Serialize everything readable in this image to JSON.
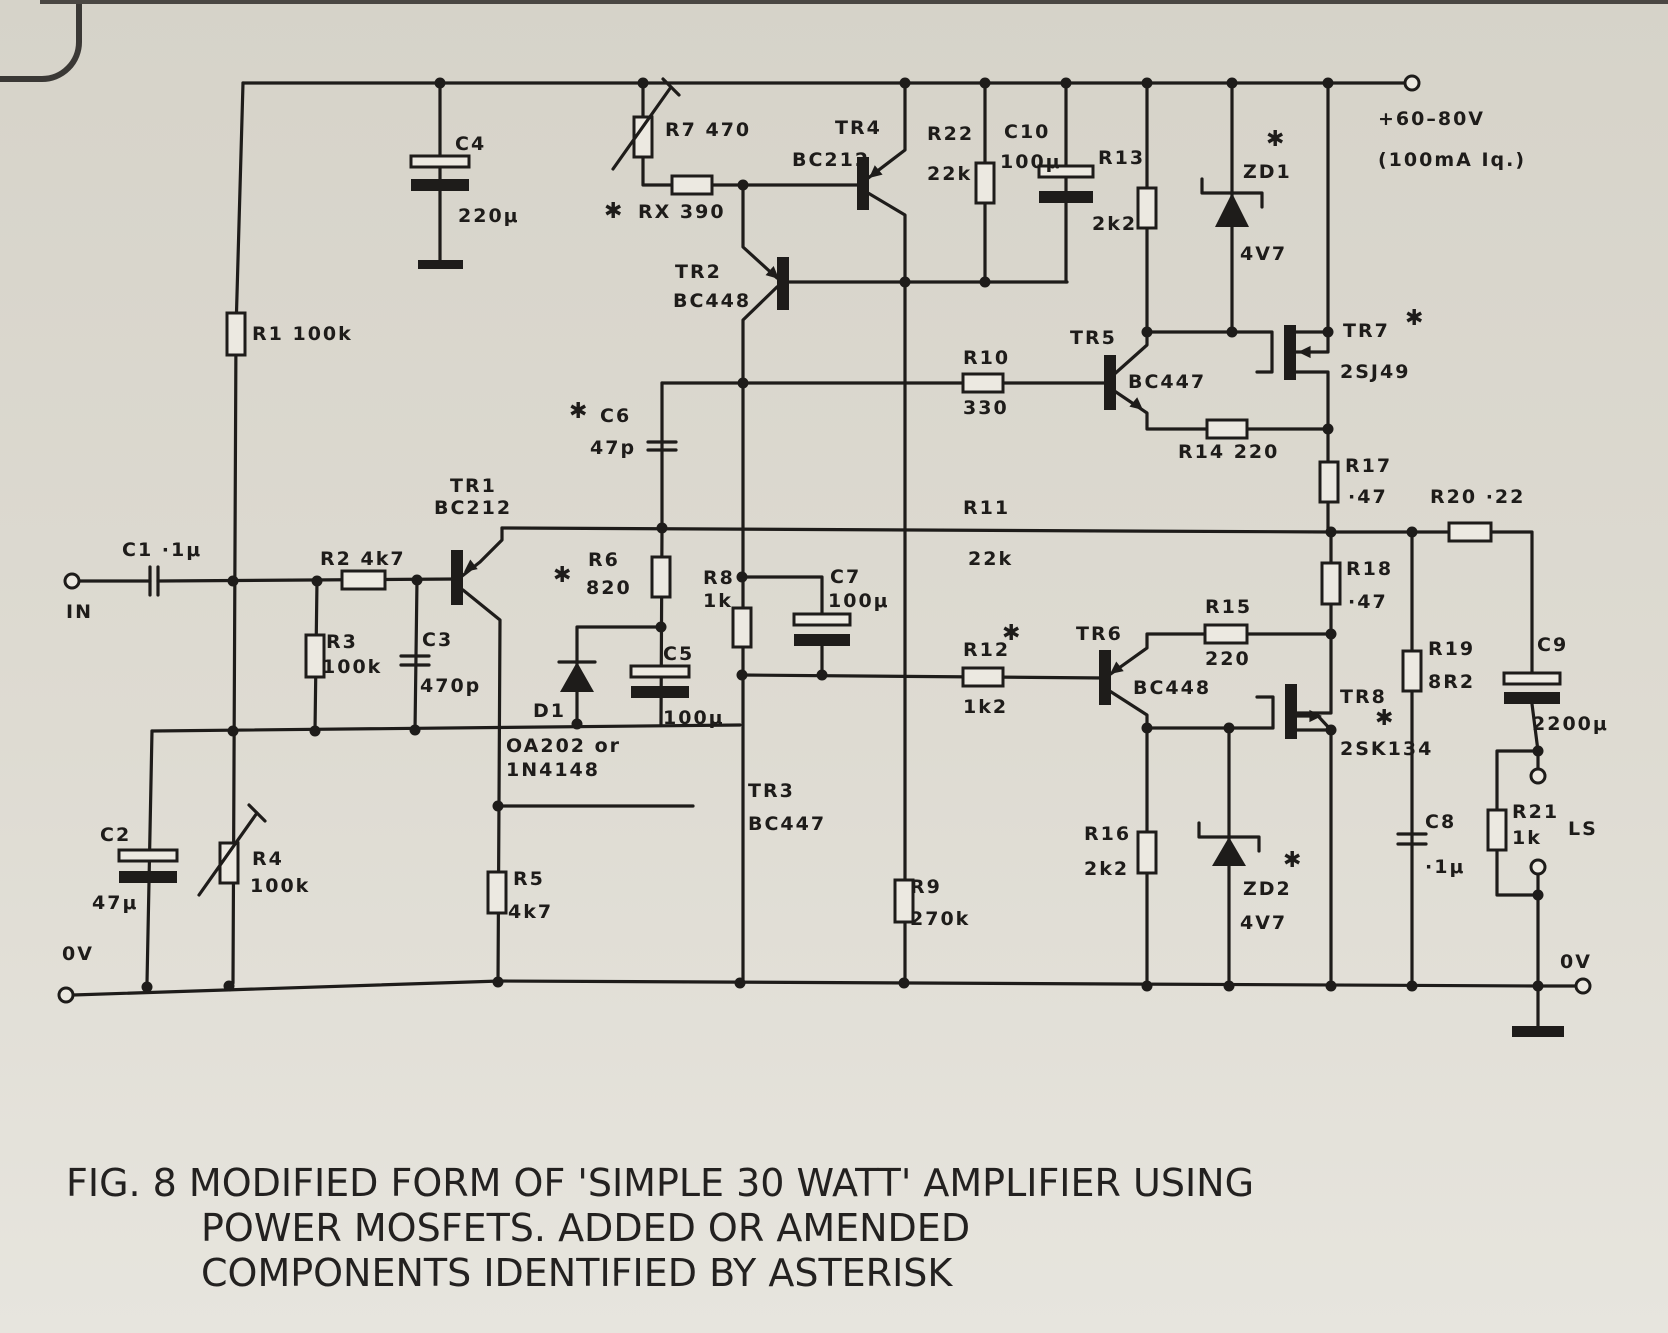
{
  "figure": {
    "caption_lines": [
      "FIG. 8 MODIFIED FORM OF 'SIMPLE 30 WATT' AMPLIFIER USING",
      "POWER MOSFETS. ADDED OR AMENDED",
      "COMPONENTS IDENTIFIED BY ASTERISK"
    ],
    "asterisk_symbol": "✱"
  },
  "rails": {
    "supply_label": "+60–80V",
    "supply_note": "(100mA Iq.)",
    "ground_left_label": "0V",
    "ground_right_label": "0V",
    "input_label": "IN",
    "output_label": "LS"
  },
  "components": {
    "C1": {
      "ref": "C1",
      "value": "·1μ",
      "added": false
    },
    "C2": {
      "ref": "C2",
      "value": "47μ",
      "added": false
    },
    "C3": {
      "ref": "C3",
      "value": "470p",
      "added": false
    },
    "C4": {
      "ref": "C4",
      "value": "220μ",
      "added": false
    },
    "C5": {
      "ref": "C5",
      "value": "100μ",
      "added": false
    },
    "C6": {
      "ref": "C6",
      "value": "47p",
      "added": true
    },
    "C7": {
      "ref": "C7",
      "value": "100μ",
      "added": false
    },
    "C8": {
      "ref": "C8",
      "value": "·1μ",
      "added": false
    },
    "C9": {
      "ref": "C9",
      "value": "2200μ",
      "added": false
    },
    "C10": {
      "ref": "C10",
      "value": "100μ",
      "added": false
    },
    "R1": {
      "ref": "R1",
      "value": "100k",
      "added": false
    },
    "R2": {
      "ref": "R2",
      "value": "4k7",
      "added": false
    },
    "R3": {
      "ref": "R3",
      "value": "100k",
      "added": false
    },
    "R4": {
      "ref": "R4",
      "value": "100k",
      "added": false
    },
    "R5": {
      "ref": "R5",
      "value": "4k7",
      "added": false
    },
    "R6": {
      "ref": "R6",
      "value": "820",
      "added": true
    },
    "R7": {
      "ref": "R7",
      "value": "470",
      "added": false
    },
    "RX": {
      "ref": "RX",
      "value": "390",
      "added": true
    },
    "R8": {
      "ref": "R8",
      "value": "1k",
      "added": false
    },
    "R9": {
      "ref": "R9",
      "value": "270k",
      "added": false
    },
    "R10": {
      "ref": "R10",
      "value": "330",
      "added": false
    },
    "R11": {
      "ref": "R11",
      "value": "22k",
      "added": false
    },
    "R12": {
      "ref": "R12",
      "value": "1k2",
      "added": true
    },
    "R13": {
      "ref": "R13",
      "value": "2k2",
      "added": false
    },
    "R14": {
      "ref": "R14",
      "value": "220",
      "added": false
    },
    "R15": {
      "ref": "R15",
      "value": "220",
      "added": false
    },
    "R16": {
      "ref": "R16",
      "value": "2k2",
      "added": false
    },
    "R17": {
      "ref": "R17",
      "value": "·47",
      "added": false
    },
    "R18": {
      "ref": "R18",
      "value": "·47",
      "added": false
    },
    "R19": {
      "ref": "R19",
      "value": "8R2",
      "added": false
    },
    "R20": {
      "ref": "R20",
      "value": "·22",
      "added": false
    },
    "R21": {
      "ref": "R21",
      "value": "1k",
      "added": false
    },
    "R22": {
      "ref": "R22",
      "value": "22k",
      "added": false
    },
    "D1": {
      "ref": "D1",
      "value": "OA202 or",
      "value2": "1N4148",
      "added": false
    },
    "ZD1": {
      "ref": "ZD1",
      "value": "4V7",
      "added": true
    },
    "ZD2": {
      "ref": "ZD2",
      "value": "4V7",
      "added": true
    },
    "TR1": {
      "ref": "TR1",
      "value": "BC212",
      "added": false
    },
    "TR2": {
      "ref": "TR2",
      "value": "BC448",
      "added": false
    },
    "TR3": {
      "ref": "TR3",
      "value": "BC447",
      "added": false
    },
    "TR4": {
      "ref": "TR4",
      "value": "BC212",
      "added": false
    },
    "TR5": {
      "ref": "TR5",
      "value": "BC447",
      "added": false
    },
    "TR6": {
      "ref": "TR6",
      "value": "BC448",
      "added": false
    },
    "TR7": {
      "ref": "TR7",
      "value": "2SJ49",
      "added": true
    },
    "TR8": {
      "ref": "TR8",
      "value": "2SK134",
      "added": true
    }
  }
}
